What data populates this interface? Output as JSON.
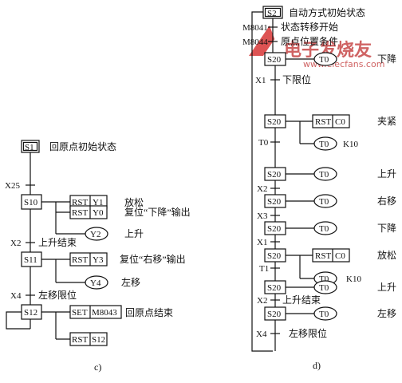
{
  "watermark": {
    "logo_text": "电子发烧友",
    "url": "www.elecfans.com"
  },
  "diagram_c": {
    "caption": "c)",
    "initial_step": "S1",
    "initial_label": "回原点初始状态",
    "steps": [
      {
        "id": "S10",
        "transition_in": "X25",
        "actions": [
          {
            "type": "rst",
            "op": "RST",
            "arg": "Y1",
            "label": "放松"
          },
          {
            "type": "rst",
            "op": "RST",
            "arg": "Y0",
            "label": "复位“下降”输出"
          },
          {
            "type": "coil",
            "op": "Y2",
            "label": "上升"
          }
        ]
      },
      {
        "id": "S11",
        "transition_in": "X2",
        "transition_label": "上升结束",
        "actions": [
          {
            "type": "rst",
            "op": "RST",
            "arg": "Y3",
            "label": "复位“右移”输出"
          },
          {
            "type": "coil",
            "op": "Y4",
            "label": "左移"
          }
        ]
      },
      {
        "id": "S12",
        "transition_in": "X4",
        "transition_label": "左移限位",
        "actions": [
          {
            "type": "rst",
            "op": "SET",
            "arg": "M8043",
            "label": "回原点结束"
          },
          {
            "type": "rst",
            "op": "RST",
            "arg": "S12",
            "label": ""
          }
        ]
      }
    ]
  },
  "diagram_d": {
    "caption": "d)",
    "initial_step": "S2",
    "initial_label": "自动方式初始状态",
    "pre_labels": [
      {
        "contact": "M8041",
        "label": "状态转移开始"
      },
      {
        "contact": "M8044",
        "label": "原点位置条件"
      }
    ],
    "steps": [
      {
        "id": "S20",
        "transition_in": "",
        "action": "T0",
        "label": "下降"
      },
      {
        "id": "S20",
        "transition_in": "X1",
        "transition_label": "下限位",
        "action_rst": {
          "op": "RST",
          "arg": "C0"
        },
        "label": "夹紧",
        "timer": {
          "coil": "T0",
          "k": "K10"
        }
      },
      {
        "id": "S20",
        "transition_in": "T0",
        "action": "T0",
        "label": "上升"
      },
      {
        "id": "S20",
        "transition_in": "X2",
        "action": "T0",
        "label": "右移"
      },
      {
        "id": "S20",
        "transition_in": "X3",
        "action": "T0",
        "label": "下降"
      },
      {
        "id": "S20",
        "transition_in": "X1",
        "action_rst": {
          "op": "RST",
          "arg": "C0"
        },
        "label": "放松",
        "timer": {
          "coil": "T0",
          "k": "K10"
        }
      },
      {
        "id": "S20",
        "transition_in": "T1",
        "action": "T0",
        "label": "上升"
      },
      {
        "id": "S20",
        "transition_in": "X2",
        "transition_label": "上升结束",
        "action": "T0",
        "label": "左移"
      }
    ],
    "final_transition": {
      "contact": "X4",
      "label": "左移限位"
    }
  }
}
